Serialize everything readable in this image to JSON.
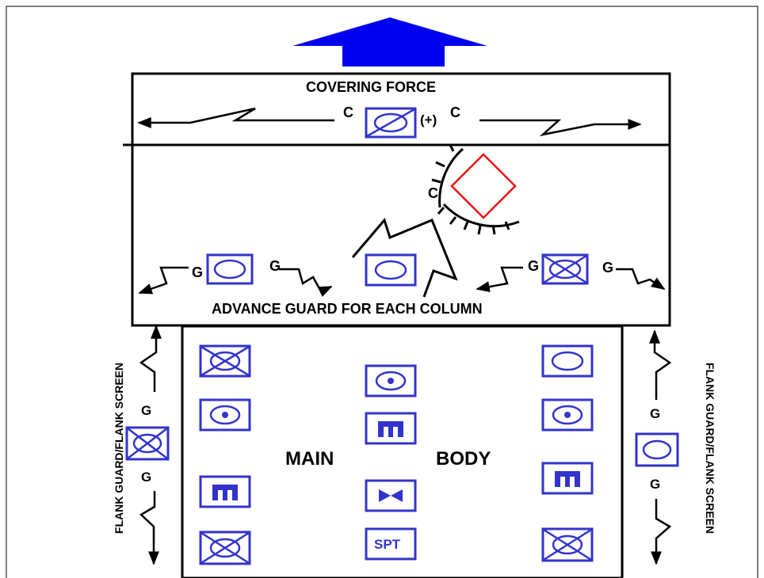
{
  "labels": {
    "covering_force": "COVERING FORCE",
    "advance_guard": "ADVANCE GUARD FOR EACH COLUMN",
    "main": "MAIN",
    "body": "BODY",
    "flank_left": "FLANK GUARD/FLANK SCREEN",
    "flank_right": "FLANK GUARD/FLANK SCREEN",
    "c": "C",
    "c_plus": "(+)",
    "g": "G",
    "spt": "SPT"
  },
  "colors": {
    "unit_symbol": "#3333cc",
    "enemy": "#ee1111",
    "arrow": "#0000ee",
    "line": "#000000"
  }
}
